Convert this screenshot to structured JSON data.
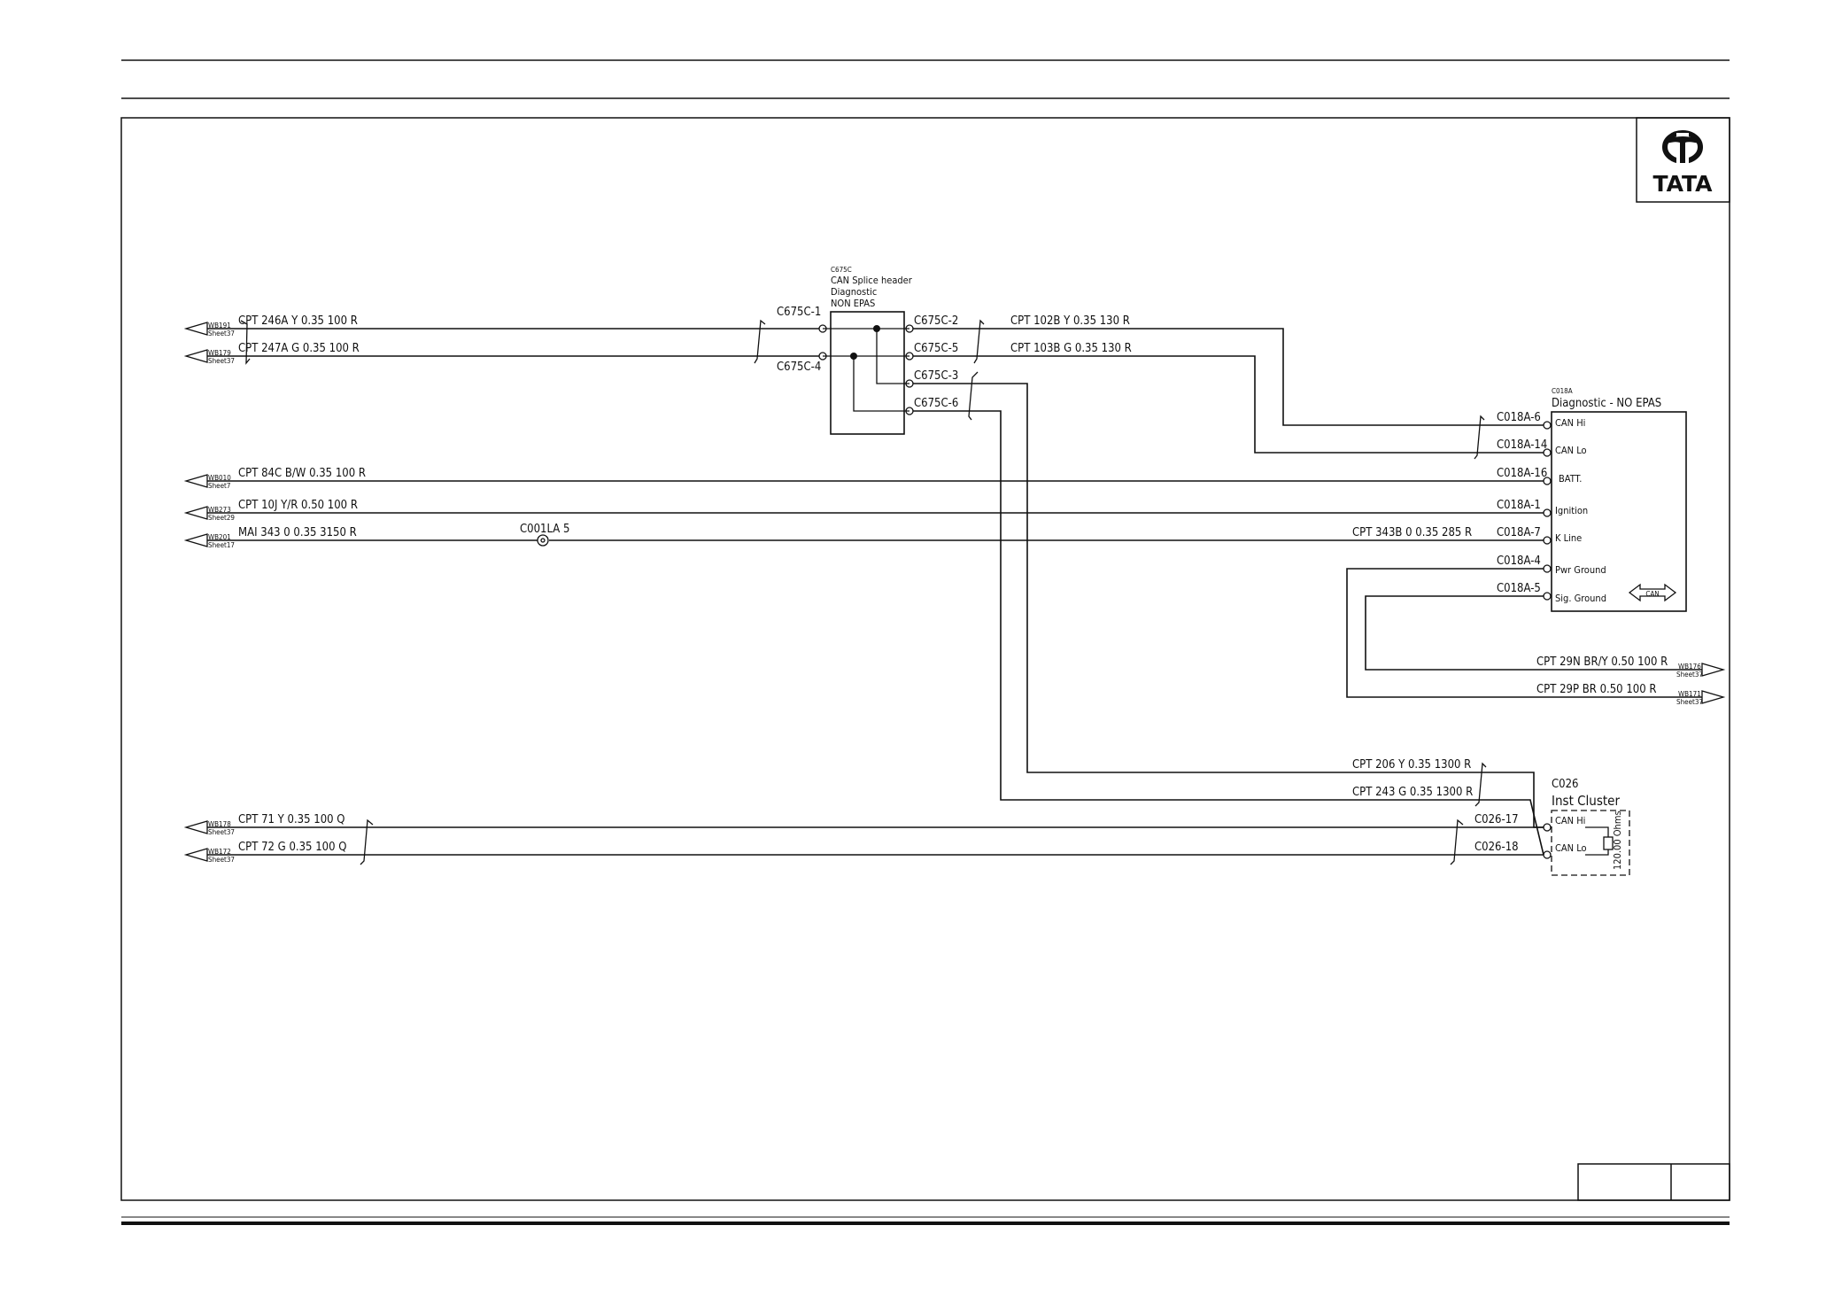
{
  "colors": {
    "ink": "#111111",
    "paper": "#ffffff"
  },
  "logo": {
    "text": "TATA"
  },
  "splice": {
    "id": "C675C",
    "desc1": "CAN Splice header",
    "desc2": "Diagnostic",
    "desc3": "NON EPAS",
    "pins": {
      "p1": "C675C-1",
      "p2": "C675C-2",
      "p3": "C675C-3",
      "p4": "C675C-4",
      "p5": "C675C-5",
      "p6": "C675C-6"
    }
  },
  "diag": {
    "id": "C018A",
    "title": "Diagnostic - NO EPAS",
    "pins": {
      "p6": "C018A-6",
      "p14": "C018A-14",
      "p16": "C018A-16",
      "p1": "C018A-1",
      "p7": "C018A-7",
      "p4": "C018A-4",
      "p5": "C018A-5"
    },
    "labels": {
      "can_hi": "CAN Hi",
      "can_lo": "CAN Lo",
      "batt": "BATT.",
      "ignition": "Ignition",
      "k_line": "K Line",
      "pwr_ground": "Pwr Ground",
      "sig_ground": "Sig. Ground",
      "can": "CAN"
    }
  },
  "cluster": {
    "id": "C026",
    "title": "Inst Cluster",
    "pins": {
      "p17": "C026-17",
      "p18": "C026-18"
    },
    "labels": {
      "can_hi": "CAN Hi",
      "can_lo": "CAN Lo",
      "resistor": "120.00 Ohms"
    }
  },
  "inline": {
    "c001la": "C001LA 5"
  },
  "wires": {
    "w246a": "CPT 246A Y 0.35 100 R",
    "w247a": "CPT 247A G 0.35 100 R",
    "w102b": "CPT 102B Y 0.35 130 R",
    "w103b": "CPT 103B G 0.35 130 R",
    "w84c": "CPT 84C B/W 0.35 100 R",
    "w10j": "CPT 10J Y/R 0.50 100 R",
    "w343": "MAI 343 0 0.35 3150 R",
    "w343b": "CPT 343B 0 0.35 285 R",
    "w29n": "CPT 29N BR/Y 0.50 100 R",
    "w29p": "CPT 29P BR 0.50 100 R",
    "w206": "CPT 206 Y 0.35 1300 R",
    "w243": "CPT 243 G 0.35 1300 R",
    "w71": "CPT 71 Y 0.35 100 Q",
    "w72": "CPT 72 G 0.35 100 Q"
  },
  "refs": {
    "wb191": {
      "code": "WB191",
      "sheet": "Sheet37"
    },
    "wb179": {
      "code": "WB179",
      "sheet": "Sheet37"
    },
    "wb010": {
      "code": "WB010",
      "sheet": "Sheet7"
    },
    "wb273": {
      "code": "WB273",
      "sheet": "Sheet29"
    },
    "wb201": {
      "code": "WB201",
      "sheet": "Sheet17"
    },
    "wb178": {
      "code": "WB178",
      "sheet": "Sheet37"
    },
    "wb172": {
      "code": "WB172",
      "sheet": "Sheet37"
    },
    "wb176": {
      "code": "WB176",
      "sheet": "Sheet37"
    },
    "wb171": {
      "code": "WB171",
      "sheet": "Sheet37"
    }
  }
}
